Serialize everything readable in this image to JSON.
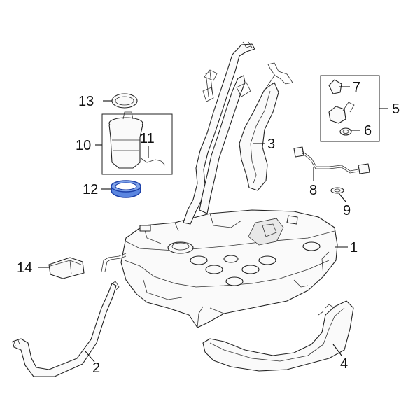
{
  "diagram": {
    "callouts": [
      {
        "id": "1",
        "text": "1"
      },
      {
        "id": "2",
        "text": "2"
      },
      {
        "id": "3",
        "text": "3"
      },
      {
        "id": "4",
        "text": "4"
      },
      {
        "id": "5",
        "text": "5"
      },
      {
        "id": "6",
        "text": "6"
      },
      {
        "id": "7",
        "text": "7"
      },
      {
        "id": "8",
        "text": "8"
      },
      {
        "id": "9",
        "text": "9"
      },
      {
        "id": "10",
        "text": "10"
      },
      {
        "id": "11",
        "text": "11"
      },
      {
        "id": "12",
        "text": "12"
      },
      {
        "id": "13",
        "text": "13"
      },
      {
        "id": "14",
        "text": "14"
      }
    ],
    "colors": {
      "line": "#222222",
      "highlight_fill": "#5b86e0",
      "highlight_stroke": "#1b3fa8",
      "background": "#ffffff"
    },
    "highlighted_part": "12"
  }
}
